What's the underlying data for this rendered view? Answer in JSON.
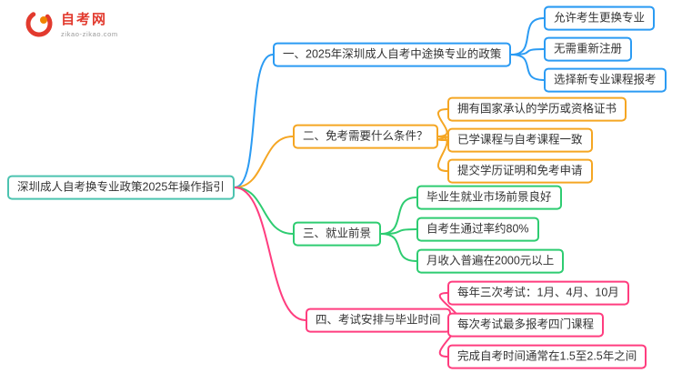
{
  "logo": {
    "title": "自考网",
    "subtitle": "zikao-zikao.com",
    "icon": "zikao-swirl-logo-icon",
    "brand_color": "#e23a2e",
    "accent_color": "#f08300"
  },
  "root": {
    "label": "深圳成人自考换专业政策2025年操作指引",
    "color": "#4cc3b0"
  },
  "branches": [
    {
      "label": "一、2025年深圳成人自考中途换专业的政策",
      "color": "#2b9bf3",
      "children": [
        "允许考生更换专业",
        "无需重新注册",
        "选择新专业课程报考"
      ]
    },
    {
      "label": "二、免考需要什么条件？",
      "color": "#f5a623",
      "children": [
        "拥有国家承认的学历或资格证书",
        "已学课程与自考课程一致",
        "提交学历证明和免考申请"
      ]
    },
    {
      "label": "三、就业前景",
      "color": "#2ecc71",
      "children": [
        "毕业生就业市场前景良好",
        "自考生通过率约80%",
        "月收入普遍在2000元以上"
      ]
    },
    {
      "label": "四、考试安排与毕业时间",
      "color": "#ff3d7f",
      "children": [
        "每年三次考试：1月、4月、10月",
        "每次考试最多报考四门课程",
        "完成自考时间通常在1.5至2.5年之间"
      ]
    }
  ]
}
